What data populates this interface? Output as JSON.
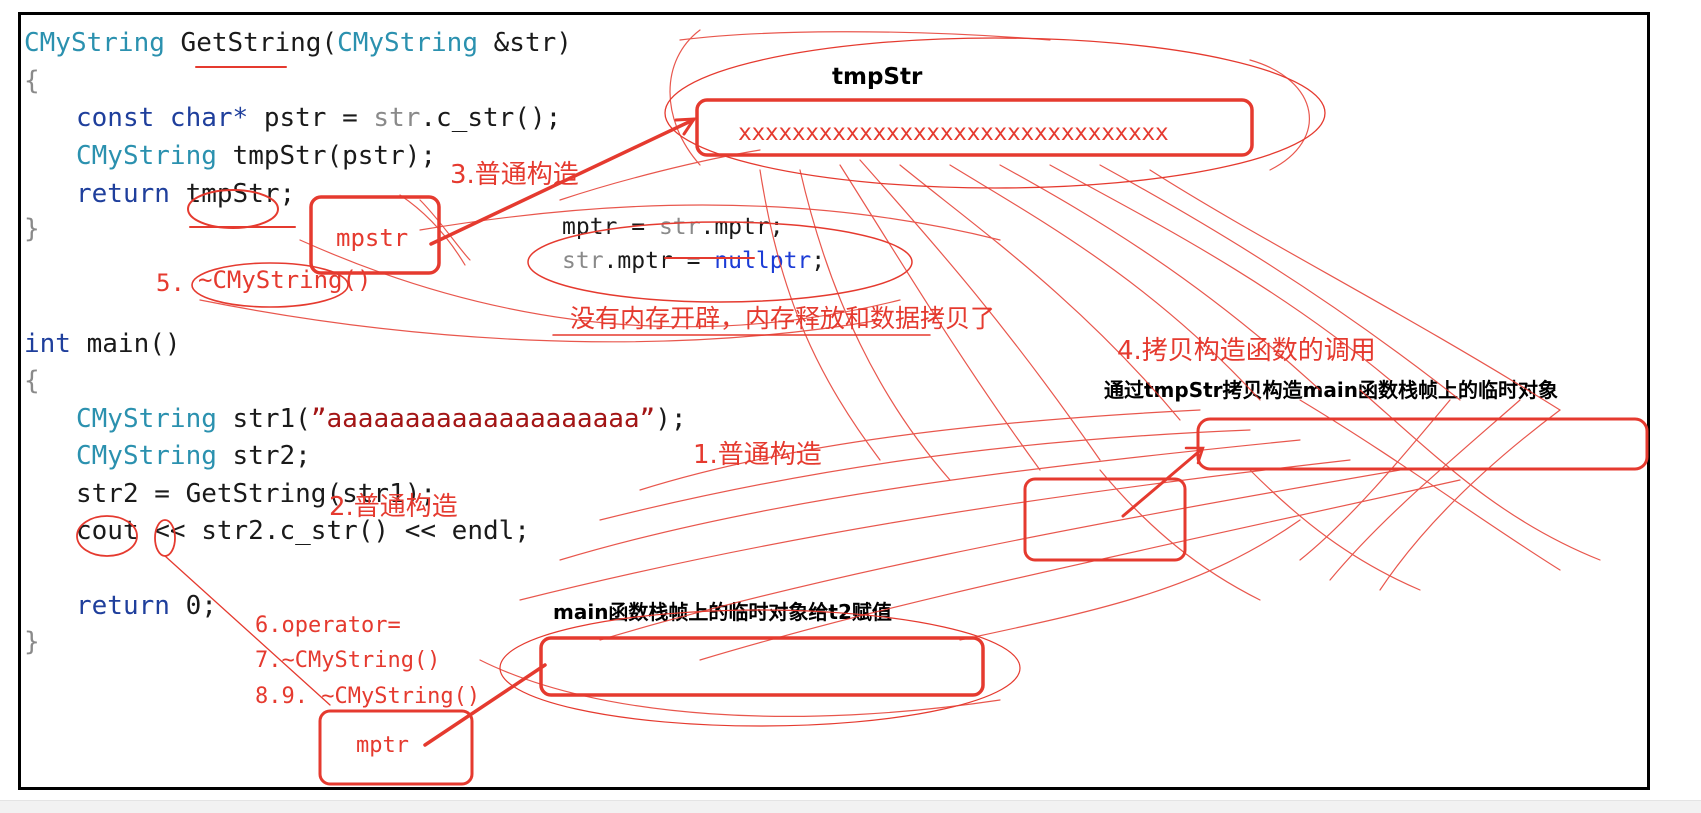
{
  "code": {
    "func_type": "CMyString",
    "func_name": "GetString",
    "func_param_type": "CMyString",
    "func_param": "&str)",
    "open_brace_1": "{",
    "line_pstr_kw": "const char*",
    "line_pstr_rest": "pstr = ",
    "line_pstr_str": "str",
    "line_pstr_tail": ".c_str();",
    "line_tmp_type": "CMyString",
    "line_tmp_rest": "tmpStr(pstr);",
    "line_ret_kw": "return",
    "line_ret_val": "tmpStr;",
    "close_brace_1": "}",
    "main_kw": "int",
    "main_rest": "main()",
    "open_brace_2": "{",
    "str1_type": "CMyString",
    "str1_rest": "str1(",
    "str1_literal": "”aaaaaaaaaaaaaaaaaaaa”",
    "str1_tail": ");",
    "str2_type": "CMyString",
    "str2_rest": "str2;",
    "assign_line": "str2 = GetString(str1);",
    "cout_line": "cout << str2.c_str() << endl;",
    "return0_kw": "return",
    "return0_val": "0;",
    "close_brace_2": "}"
  },
  "move_code": {
    "line1_a": "mptr = ",
    "line1_str": "str",
    "line1_b": ".mptr;",
    "line2_str": "str",
    "line2_b": ".mptr = ",
    "line2_null": "nullptr",
    "line2_c": ";"
  },
  "annotations": {
    "step1": "1.普通构造",
    "step2": "2.普通构造",
    "step3": "3.普通构造",
    "step4": "4.拷贝构造函数的调用",
    "step5_num": "5.",
    "step5_text": "~CMyString()",
    "step6": "6.operator=",
    "step7": "7.~CMyString()",
    "step89": "8.9.  ~CMyString()",
    "no_alloc": "没有内存开辟，内存释放和数据拷贝了",
    "mpstr": "mpstr",
    "xstring": "xxxxxxxxxxxxxxxxxxxxxxxxxxxxxxxx",
    "mptr": "mptr"
  },
  "labels": {
    "tmpstr": "tmpStr",
    "copy_desc": "通过tmpStr拷贝构造main函数栈帧上的临时对象",
    "assign_desc": "main函数栈帧上的临时对象给t2赋值"
  },
  "colors": {
    "annotation_red": "#e53a2f",
    "type_teal": "#2b91af",
    "keyword_blue": "#1f3f9c"
  }
}
